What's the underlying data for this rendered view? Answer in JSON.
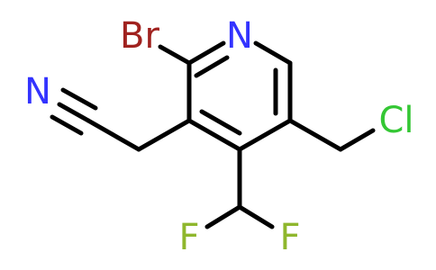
{
  "molecule": {
    "atoms": {
      "br": {
        "symbol": "Br",
        "color": "#a0221f"
      },
      "n_ring": {
        "symbol": "N",
        "color": "#3333ff"
      },
      "n_nitrile": {
        "symbol": "N",
        "color": "#3333ff"
      },
      "cl": {
        "symbol": "Cl",
        "color": "#34c734"
      },
      "f_left": {
        "symbol": "F",
        "color": "#8fb72d"
      },
      "f_right": {
        "symbol": "F",
        "color": "#8fb72d"
      }
    },
    "bond_color": "#000000",
    "background": "#ffffff"
  }
}
